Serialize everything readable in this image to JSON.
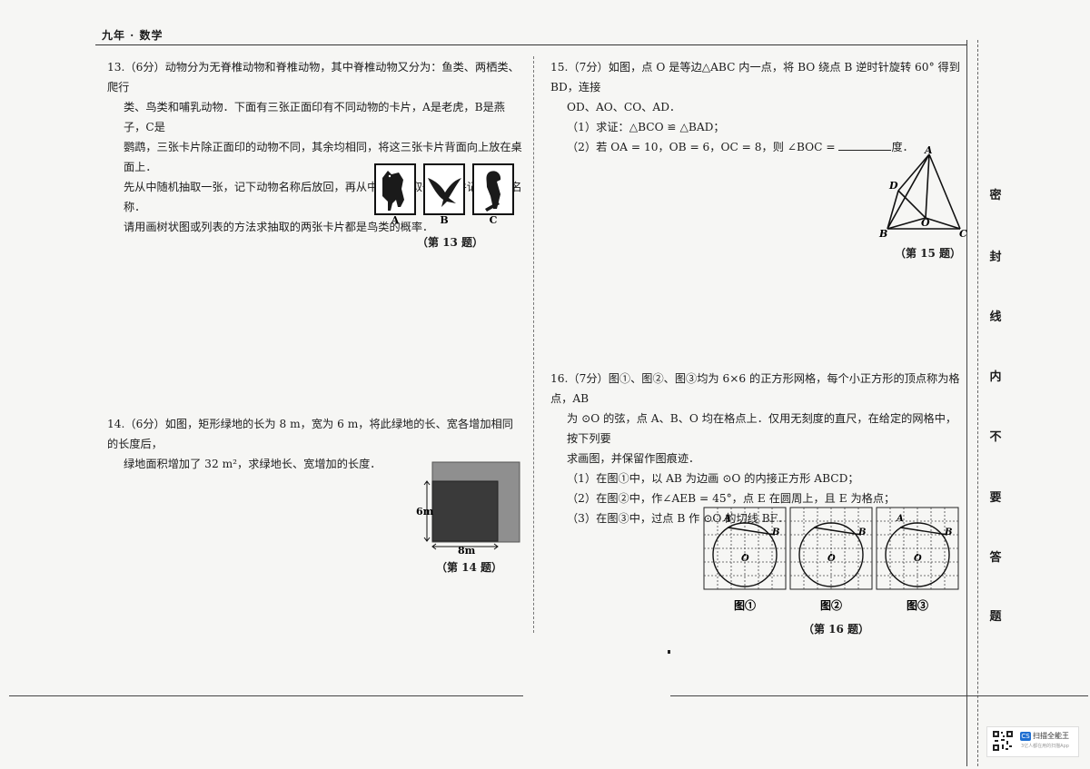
{
  "header": {
    "title": "九年 · 数学"
  },
  "q13": {
    "lines": [
      "13.（6分）动物分为无脊椎动物和脊椎动物，其中脊椎动物又分为：鱼类、两栖类、爬行",
      "类、鸟类和哺乳动物．下面有三张正面印有不同动物的卡片，A是老虎，B是燕子，C是",
      "鹦鹉，三张卡片除正面印的动物不同，其余均相同，将这三张卡片背面向上放在桌面上．",
      "先从中随机抽取一张，记下动物名称后放回，再从中随机抽取一张，并记下动物名称．",
      "请用画树状图或列表的方法求抽取的两张卡片都是鸟类的概率．"
    ],
    "cards": [
      {
        "label": "A",
        "icon": "tiger-icon"
      },
      {
        "label": "B",
        "icon": "swallow-icon"
      },
      {
        "label": "C",
        "icon": "parrot-icon"
      }
    ],
    "caption": "（第 13 题）"
  },
  "q14": {
    "lines": [
      "14.（6分）如图，矩形绿地的长为 8 m，宽为 6 m，将此绿地的长、宽各增加相同的长度后，",
      "绿地面积增加了 32 m²，求绿地长、宽增加的长度．"
    ],
    "label_width": "6m",
    "label_length": "8m",
    "caption": "（第 14 题）"
  },
  "q15": {
    "lines": [
      "15.（7分）如图，点 O 是等边△ABC 内一点，将 BO 绕点 B 逆时针旋转 60° 得到 BD，连接",
      "OD、AO、CO、AD．"
    ],
    "part1": "（1）求证：△BCO ≌ △BAD；",
    "part2_prefix": "（2）若 OA = 10，OB = 6，OC = 8，则 ∠BOC =",
    "part2_suffix": "度．",
    "points": {
      "A": "A",
      "B": "B",
      "C": "C",
      "D": "D",
      "O": "O"
    },
    "caption": "（第 15 题）"
  },
  "q16": {
    "lines": [
      "16.（7分）图①、图②、图③均为 6×6 的正方形网格，每个小正方形的顶点称为格点，AB",
      "为 ⊙O 的弦，点 A、B、O 均在格点上．仅用无刻度的直尺，在给定的网格中，按下列要",
      "求画图，并保留作图痕迹．"
    ],
    "parts": [
      "（1）在图①中，以 AB 为边画 ⊙O 的内接正方形 ABCD；",
      "（2）在图②中，作∠AEB = 45°，点 E 在圆周上，且 E 为格点；",
      "（3）在图③中，过点 B 作 ⊙O 的切线 BF．"
    ],
    "figure_labels": [
      "图①",
      "图②",
      "图③"
    ],
    "point_a": "A",
    "point_b": "B",
    "point_o": "O",
    "caption": "（第 16 题）"
  },
  "seal_text": [
    "密",
    "封",
    "线",
    "内",
    "不",
    "要",
    "答",
    "题"
  ],
  "scanner": {
    "logo": "CS",
    "name": "扫描全能王",
    "sub": "3亿人都在用的扫描App"
  }
}
